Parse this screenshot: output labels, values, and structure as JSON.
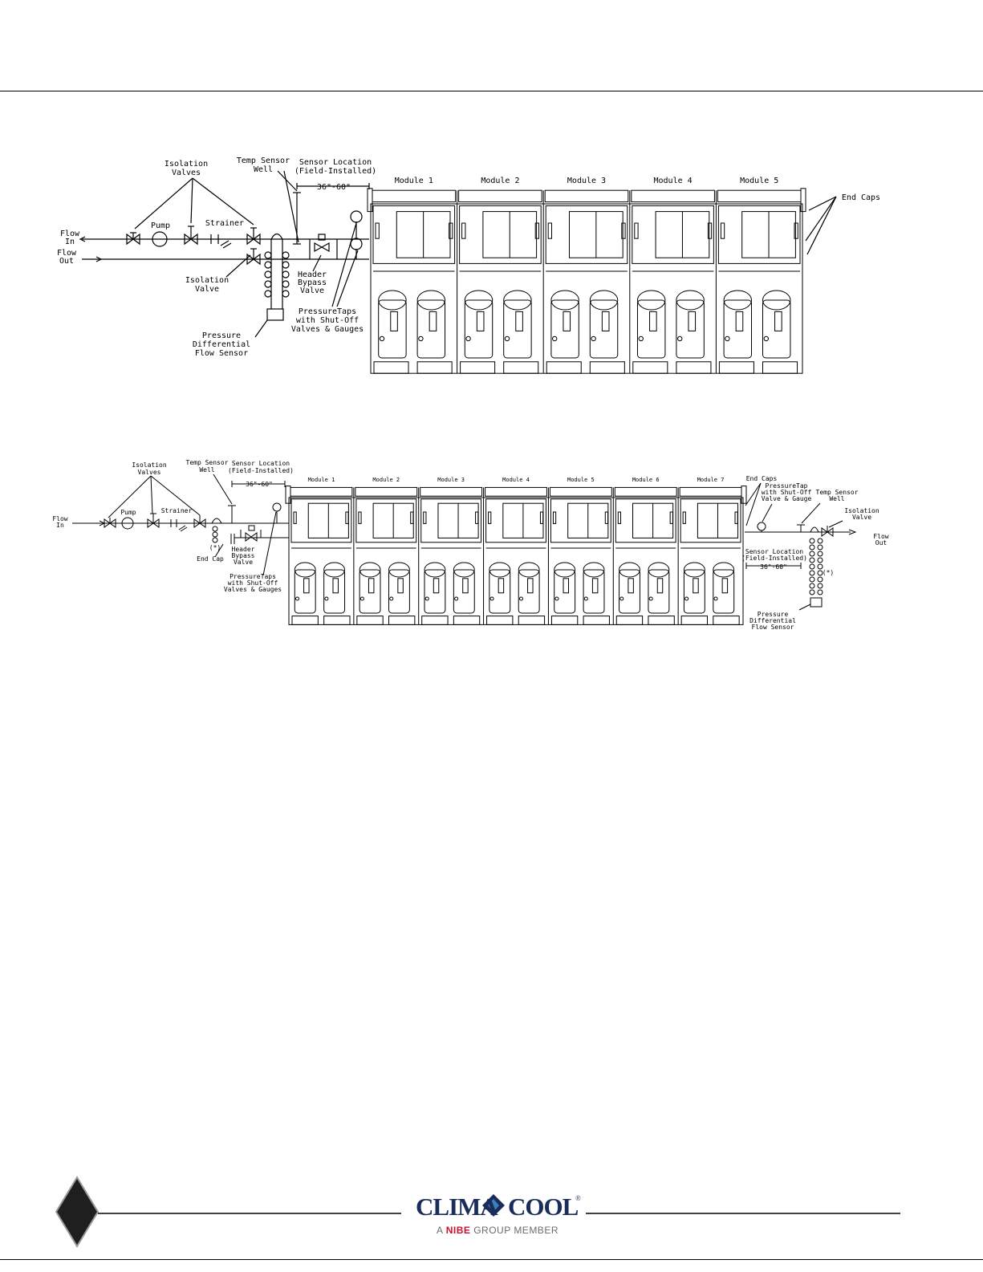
{
  "diagram1": {
    "labels": {
      "isolation_valves": [
        "Isolation",
        "Valves"
      ],
      "temp_sensor_well": [
        "Temp Sensor",
        "Well"
      ],
      "sensor_location": [
        "Sensor Location",
        "(Field-Installed)"
      ],
      "dimension": "36\"-60\"",
      "pump": "Pump",
      "strainer": "Strainer",
      "flow_in": [
        "Flow",
        "In"
      ],
      "flow_out": [
        "Flow",
        "Out"
      ],
      "isolation_valve": [
        "Isolation",
        "Valve"
      ],
      "header_bypass_valve": [
        "Header",
        "Bypass",
        "Valve"
      ],
      "pressure_taps": [
        "PressureTaps",
        "with Shut-Off",
        "Valves & Gauges"
      ],
      "pressure_differential": [
        "Pressure",
        "Differential",
        "Flow Sensor"
      ],
      "end_caps": "End Caps"
    },
    "modules": [
      "Module 1",
      "Module 2",
      "Module 3",
      "Module 4",
      "Module 5"
    ]
  },
  "diagram2": {
    "labels": {
      "isolation_valves": [
        "Isolation",
        "Valves"
      ],
      "temp_sensor_well": [
        "Temp Sensor",
        "Well"
      ],
      "sensor_location": [
        "Sensor Location",
        "(Field-Installed)"
      ],
      "dimension": "36\"-60\"",
      "pump": "Pump",
      "strainer": "Strainer",
      "flow_in": [
        "Flow",
        "In"
      ],
      "end_cap": "End Cap",
      "star": "(*)",
      "header_bypass_valve": [
        "Header",
        "Bypass",
        "Valve"
      ],
      "pressure_taps": [
        "PressureTaps",
        "with Shut-Off",
        "Valves & Gauges"
      ],
      "end_caps": "End Caps",
      "pressure_tap_right": [
        "PressureTap",
        "with Shut-Off",
        "Valve & Gauge"
      ],
      "temp_sensor_well_right": [
        "Temp Sensor",
        "Well"
      ],
      "isolation_valve_right": [
        "Isolation",
        "Valve"
      ],
      "flow_out": [
        "Flow",
        "Out"
      ],
      "sensor_location_right": [
        "Sensor Location",
        "(Field-Installed)"
      ],
      "dimension_right": "36\"-60\"",
      "star_right": "(*)",
      "pressure_differential": [
        "Pressure",
        "Differential",
        "Flow Sensor"
      ]
    },
    "modules": [
      "Module 1",
      "Module 2",
      "Module 3",
      "Module 4",
      "Module 5",
      "Module 6",
      "Module 7"
    ]
  },
  "footer": {
    "brand_left": "CLIMA",
    "brand_right": "COOL",
    "registered": "®",
    "tagline_prefix": "A ",
    "tagline_brand": "NIBE",
    "tagline_suffix": " GROUP MEMBER",
    "colors": {
      "brand": "#1a2d5a",
      "nibe": "#c8102e",
      "tagline": "#6b6b6b",
      "diamond": "#2a2a2a"
    }
  }
}
